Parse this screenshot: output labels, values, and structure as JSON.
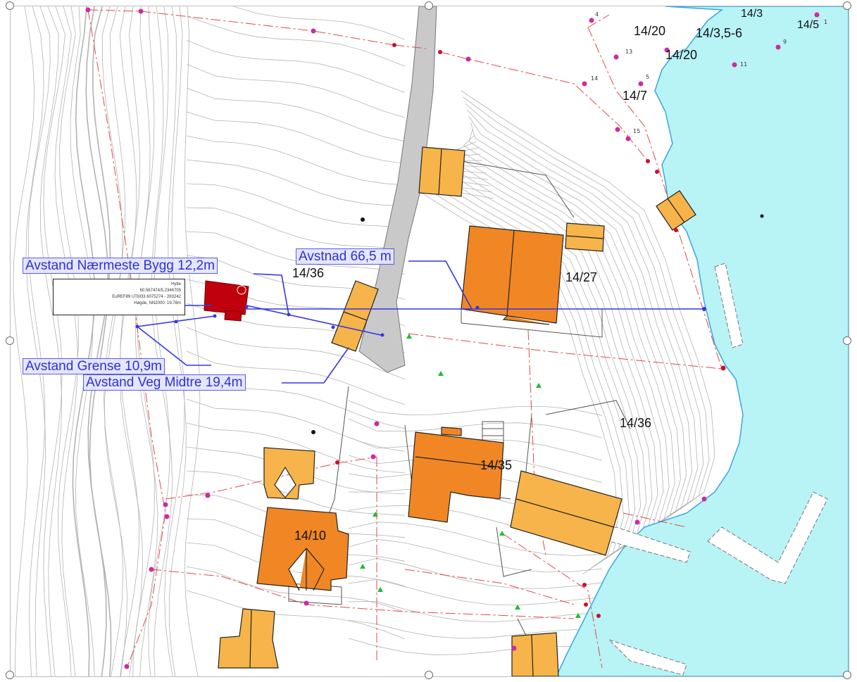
{
  "measurements": {
    "nearest_building": "Avstand Nærmeste Bygg  12,2m",
    "distance_66": "Avstnad 66,5 m",
    "border": "Avstand Grense 10,9m",
    "road_middle": "Avstand Veg Midtre 19,4m"
  },
  "parcels": {
    "p14_36_top": "14/36",
    "p14_27": "14/27",
    "p14_36_right": "14/36",
    "p14_35": "14/35",
    "p14_10": "14/10",
    "p14_20_a": "14/20",
    "p14_20_b": "14/20",
    "p14_3_5_6": "14/3,5-6",
    "p14_3": "14/3",
    "p14_5": "14/5",
    "p14_7": "14/7"
  },
  "point_numbers": [
    "4",
    "13",
    "14",
    "5",
    "15",
    "11",
    "9",
    "1"
  ],
  "info_box": {
    "line1": "Hytte",
    "line2": "60.567474/5.2346705",
    "line3": "EuREF89 UTM33 6075274 - 283242",
    "line4": "Høgde, NN2000: 19.78m"
  },
  "colors": {
    "sea": "#b8f3f6",
    "building_light": "#f6b44a",
    "building_dark": "#f08724",
    "planned_cabin": "#c0000c",
    "road": "#c9c9c9",
    "measure_line": "#3535e6",
    "boundary": "#e04a4a",
    "boundary_point": "#d02aa0",
    "green_point": "#22bb33"
  }
}
